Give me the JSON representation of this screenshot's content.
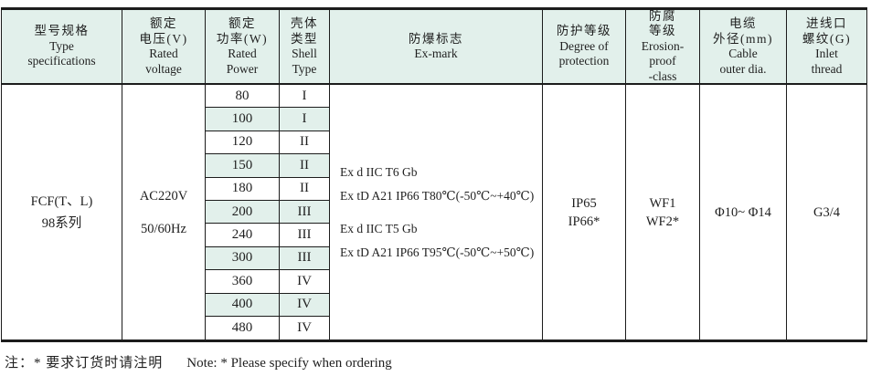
{
  "colors": {
    "header_bg": "#e2f0eb",
    "stripe_bg": "#e2f0eb",
    "border": "#1c1c1c",
    "text": "#1f1f1f"
  },
  "headers": [
    [
      "型号规格",
      "Type",
      "specifications"
    ],
    [
      "额定",
      "电压(V)",
      "Rated",
      "voltage"
    ],
    [
      "额定",
      "功率(W)",
      "Rated",
      "Power"
    ],
    [
      "壳体",
      "类型",
      "Shell",
      "Type"
    ],
    [
      "防爆标志",
      "Ex-mark"
    ],
    [
      "防护等级",
      "Degree of",
      "protection"
    ],
    [
      "防腐",
      "等级",
      "Erosion-",
      "proof",
      "-class"
    ],
    [
      "电缆",
      "外径(mm)",
      "Cable",
      "outer dia."
    ],
    [
      "进线口",
      "螺纹(G)",
      "Inlet",
      "thread"
    ]
  ],
  "model": {
    "line1": "FCF(T、L)",
    "line2": "98系列"
  },
  "voltage": {
    "line1": "AC220V",
    "line2": "50/60Hz"
  },
  "rows": [
    {
      "power": "80",
      "shell": "I"
    },
    {
      "power": "100",
      "shell": "I"
    },
    {
      "power": "120",
      "shell": "II"
    },
    {
      "power": "150",
      "shell": "II"
    },
    {
      "power": "180",
      "shell": "II"
    },
    {
      "power": "200",
      "shell": "III"
    },
    {
      "power": "240",
      "shell": "III"
    },
    {
      "power": "300",
      "shell": "III"
    },
    {
      "power": "360",
      "shell": "IV"
    },
    {
      "power": "400",
      "shell": "IV"
    },
    {
      "power": "480",
      "shell": "IV"
    }
  ],
  "ex_mark": {
    "group1_line1": "Ex d IIC T6 Gb",
    "group1_line2": "Ex tD A21 IP66 T80℃(-50℃~+40℃)",
    "group2_line1": "Ex d IIC T5 Gb",
    "group2_line2": "Ex tD A21 IP66 T95℃(-50℃~+50℃)"
  },
  "protection": {
    "line1": "IP65",
    "line2": "IP66*"
  },
  "erosion": {
    "line1": "WF1",
    "line2": "WF2*"
  },
  "cable": {
    "value": "Φ10~ Φ14"
  },
  "thread": {
    "value": "G3/4"
  },
  "note": {
    "zh": "注：* 要求订货时请注明",
    "en": "Note: * Please specify when ordering"
  }
}
